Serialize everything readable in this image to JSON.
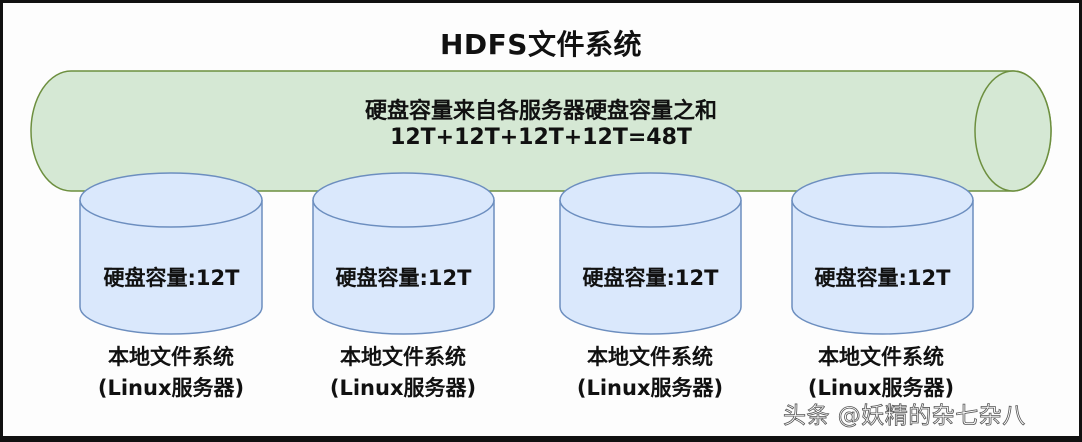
{
  "title": "HDFS文件系统",
  "bus": {
    "line1": "硬盘容量来自各服务器硬盘容量之和",
    "line2": "12T+12T+12T+12T=48T",
    "fill": "#d5e8d4",
    "stroke": "#6d8f3f"
  },
  "disks": [
    {
      "label": "硬盘容量:12T",
      "caption_line1": "本地文件系统",
      "caption_line2": "(Linux服务器)"
    },
    {
      "label": "硬盘容量:12T",
      "caption_line1": "本地文件系统",
      "caption_line2": "(Linux服务器)"
    },
    {
      "label": "硬盘容量:12T",
      "caption_line1": "本地文件系统",
      "caption_line2": "(Linux服务器)"
    },
    {
      "label": "硬盘容量:12T",
      "caption_line1": "本地文件系统",
      "caption_line2": "(Linux服务器)"
    }
  ],
  "disk_style": {
    "fill": "#dae8fc",
    "stroke": "#6c8ebf"
  },
  "watermark": "头条 @妖精的杂七杂八"
}
